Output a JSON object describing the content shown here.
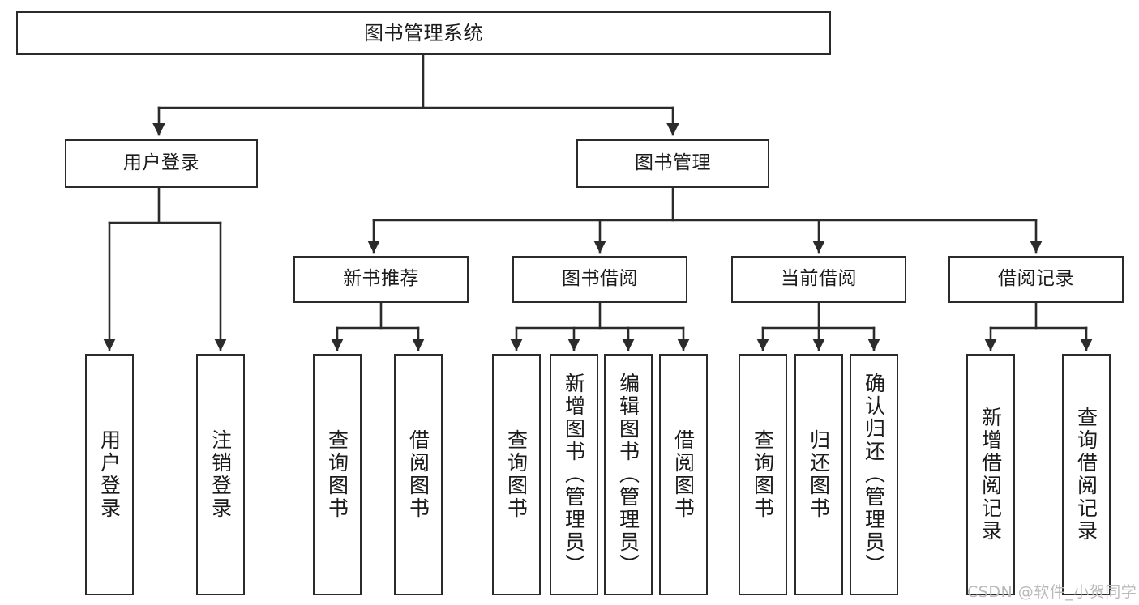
{
  "diagram": {
    "title": "图书管理系统",
    "type": "hierarchy-tree",
    "watermark": "CSDN @软件_小贺同学",
    "colors": {
      "stroke": "#2b2b2b",
      "fill": "#ffffff",
      "text": "#1b1b1b",
      "watermark": "#b9b9b9"
    },
    "nodes": {
      "root": {
        "label": "图书管理系统"
      },
      "level2": [
        {
          "label": "用户登录"
        },
        {
          "label": "图书管理"
        }
      ],
      "level3": [
        {
          "label": "新书推荐"
        },
        {
          "label": "图书借阅"
        },
        {
          "label": "当前借阅"
        },
        {
          "label": "借阅记录"
        }
      ],
      "leaves": {
        "user_login": [
          {
            "label": "用户登录"
          },
          {
            "label": "注销登录"
          }
        ],
        "new_book_recommend": [
          {
            "label": "查询图书"
          },
          {
            "label": "借阅图书"
          }
        ],
        "book_borrow": [
          {
            "label": "查询图书"
          },
          {
            "label": "新增图书（管理员）"
          },
          {
            "label": "编辑图书（管理员）"
          },
          {
            "label": "借阅图书"
          }
        ],
        "current_borrow": [
          {
            "label": "查询图书"
          },
          {
            "label": "归还图书"
          },
          {
            "label": "确认归还（管理员）"
          }
        ],
        "borrow_records": [
          {
            "label": "新增借阅记录"
          },
          {
            "label": "查询借阅记录"
          }
        ]
      }
    }
  }
}
